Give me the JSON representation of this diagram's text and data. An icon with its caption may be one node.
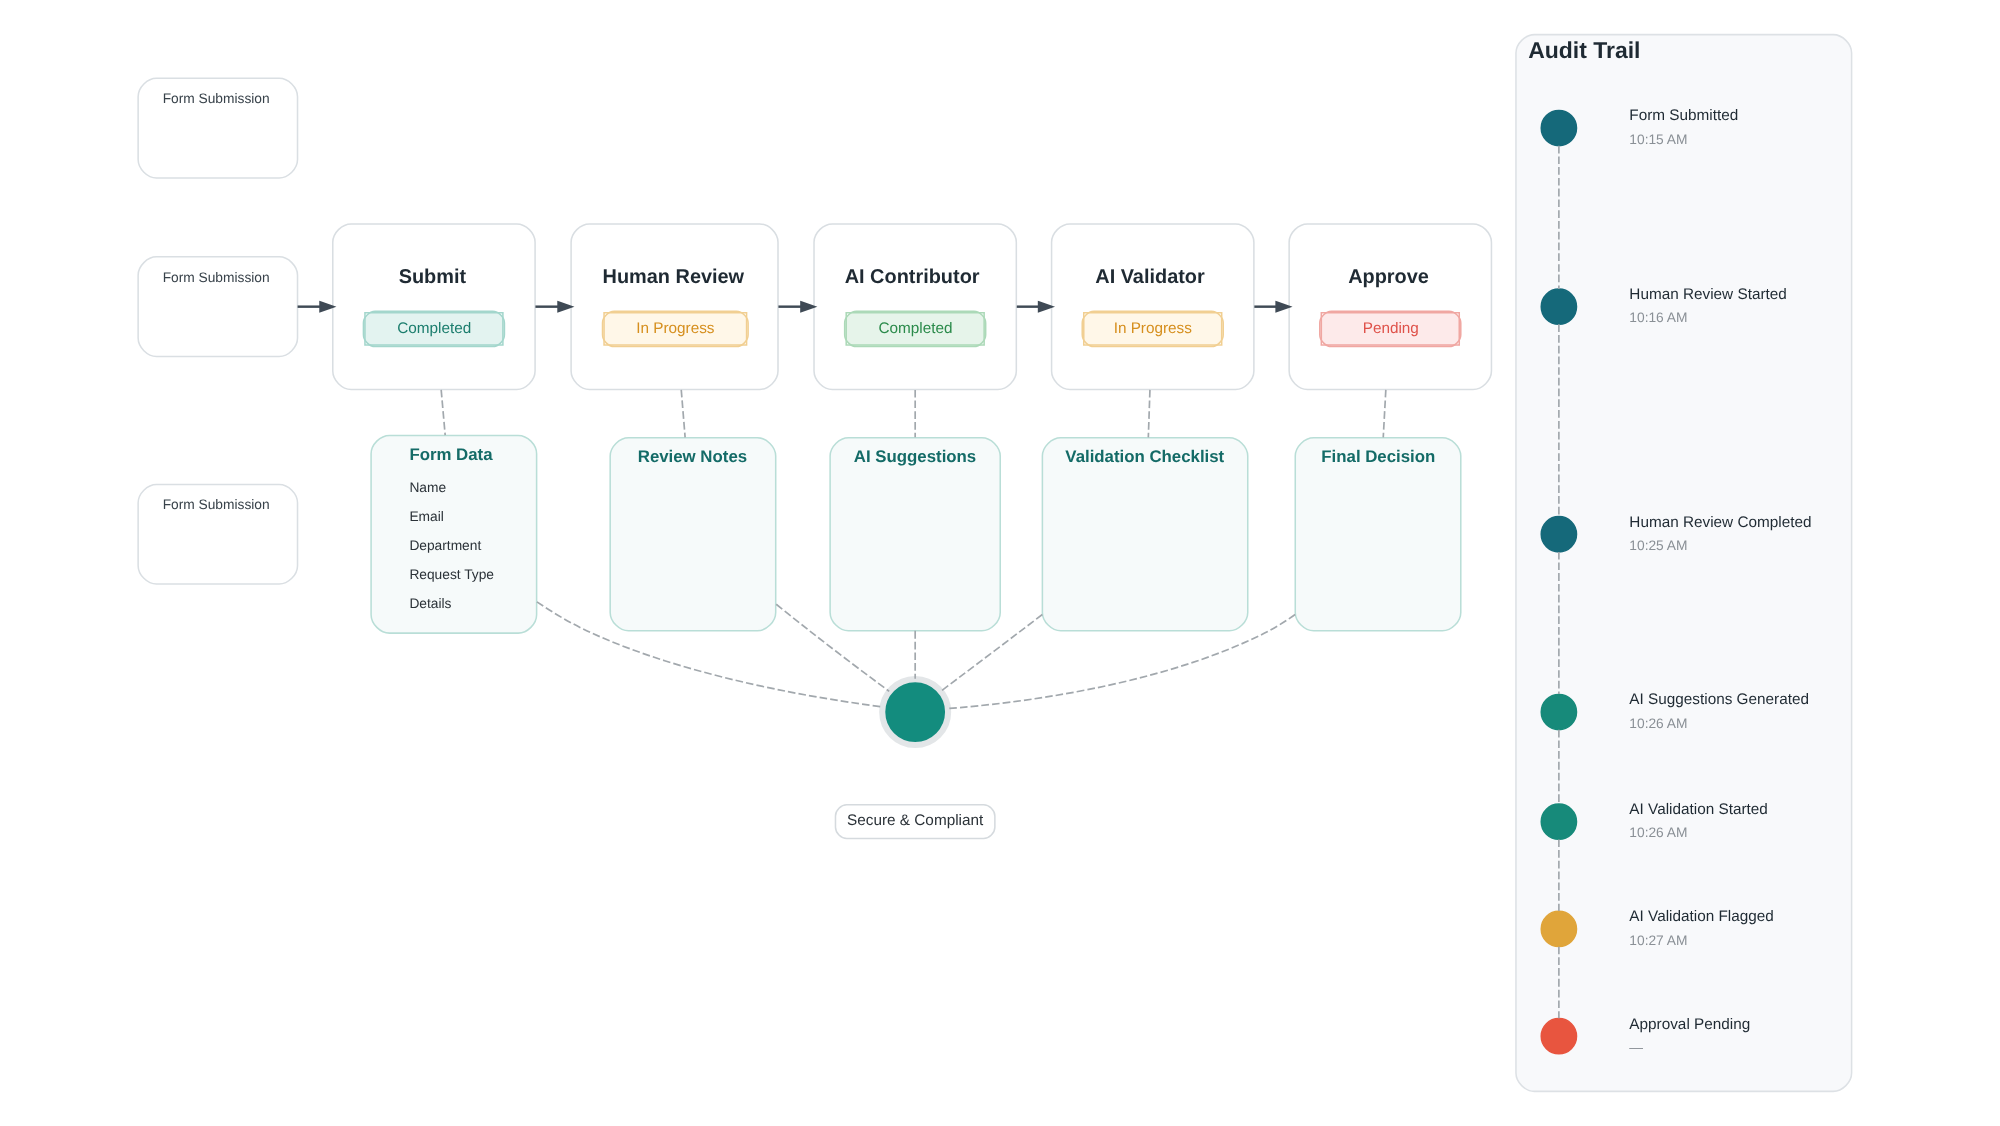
{
  "diagram": {
    "nodes": [
      {
        "text": [
          "Form Submission"
        ]
      },
      {
        "text": [
          "Form Submission"
        ]
      },
      {
        "text": [
          "Form Submission"
        ]
      },
      {
        "text": [
          "Submit",
          "Completed"
        ]
      },
      {
        "text": [
          "Human Review",
          "In Progress"
        ]
      },
      {
        "text": [
          "AI Contributor",
          "Completed"
        ]
      },
      {
        "text": [
          "AI Validator",
          "In Progress"
        ]
      },
      {
        "text": [
          "Approve",
          "Pending"
        ]
      },
      {
        "text": [
          "Form Data",
          "Name",
          "Email",
          "Department",
          "Request Type",
          "Details"
        ]
      },
      {
        "text": [
          "Review Notes"
        ]
      },
      {
        "text": [
          "AI Suggestions"
        ]
      },
      {
        "text": [
          "Validation Checklist"
        ]
      },
      {
        "text": [
          "Final Decision"
        ]
      },
      {
        "text": [],
        "shape": "circle"
      },
      {
        "text": [
          "Secure & Compliant"
        ]
      },
      {
        "text": [
          "Audit Trail"
        ]
      },
      {
        "text": [],
        "shape": "circle",
        "in": 15,
        "beside": [
          "Form Submitted",
          "10:15 AM"
        ]
      },
      {
        "text": [],
        "shape": "circle",
        "in": 15,
        "beside": [
          "Human Review Started",
          "10:16 AM"
        ]
      },
      {
        "text": [],
        "shape": "circle",
        "in": 15,
        "beside": [
          "Human Review Completed",
          "10:25 AM"
        ]
      },
      {
        "text": [],
        "shape": "circle",
        "in": 15,
        "beside": [
          "AI Suggestions Generated",
          "10:26 AM"
        ]
      },
      {
        "text": [],
        "shape": "circle",
        "in": 15,
        "beside": [
          "AI Validation Started",
          "10:26 AM"
        ]
      },
      {
        "text": [],
        "shape": "circle",
        "in": 15,
        "beside": [
          "AI Validation Flagged",
          "10:27 AM"
        ]
      },
      {
        "text": [],
        "shape": "circle",
        "in": 15,
        "beside": [
          "Approval Pending",
          "—"
        ]
      }
    ],
    "edges": [
      {
        "from": 1,
        "to": 3,
        "arrow": "to",
        "color": "#3f4a55"
      },
      {
        "from": 3,
        "to": 4,
        "arrow": "to",
        "color": "#3f4a55"
      },
      {
        "from": 4,
        "to": 5,
        "arrow": "to",
        "color": "#3f4a55"
      },
      {
        "from": 5,
        "to": 6,
        "arrow": "to",
        "color": "#3f4a55"
      },
      {
        "from": 6,
        "to": 7,
        "arrow": "to",
        "color": "#3f4a55"
      },
      {
        "from": 3,
        "to": 8,
        "arrow": "none",
        "style": "dashed"
      },
      {
        "from": 4,
        "to": 9,
        "arrow": "none",
        "style": "dashed"
      },
      {
        "from": 5,
        "to": 10,
        "arrow": "none",
        "style": "dashed"
      },
      {
        "from": 6,
        "to": 11,
        "arrow": "none",
        "style": "dashed"
      },
      {
        "from": 7,
        "to": 12,
        "arrow": "none",
        "style": "dashed"
      },
      {
        "from": 8,
        "to": 13,
        "arrow": "none",
        "style": "dashed"
      },
      {
        "from": 9,
        "to": 13,
        "arrow": "none",
        "style": "dashed"
      },
      {
        "from": 10,
        "to": 13,
        "arrow": "none",
        "style": "dashed"
      },
      {
        "from": 11,
        "to": 13,
        "arrow": "none",
        "style": "dashed"
      },
      {
        "from": 12,
        "to": 13,
        "arrow": "none",
        "style": "dashed"
      },
      {
        "from": 16,
        "to": 17,
        "arrow": "none",
        "style": "dashed"
      },
      {
        "from": 17,
        "to": 18,
        "arrow": "none",
        "style": "dashed"
      },
      {
        "from": 18,
        "to": 19,
        "arrow": "none",
        "style": "dashed"
      },
      {
        "from": 19,
        "to": 20,
        "arrow": "none",
        "style": "dashed"
      },
      {
        "from": 20,
        "to": 21,
        "arrow": "none",
        "style": "dashed"
      },
      {
        "from": 21,
        "to": 22,
        "arrow": "none",
        "style": "dashed"
      }
    ]
  }
}
